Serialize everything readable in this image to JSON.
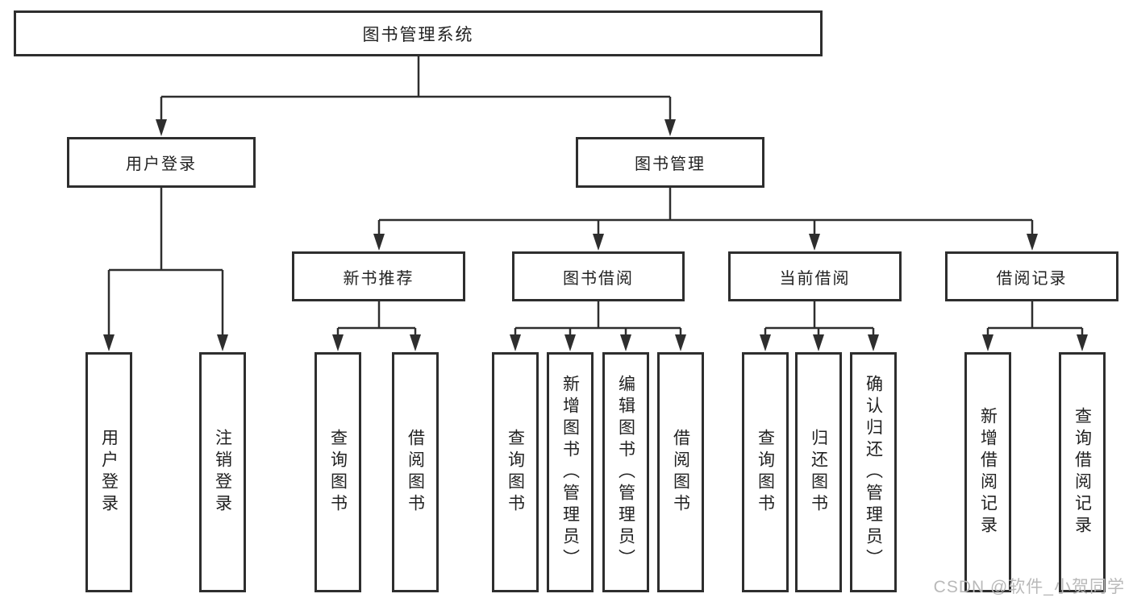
{
  "diagram": {
    "tree": {
      "root": {
        "label": "图书管理系统",
        "children": [
          {
            "label": "用户登录",
            "children": [
              {
                "label": "用户登录"
              },
              {
                "label": "注销登录"
              }
            ]
          },
          {
            "label": "图书管理",
            "children": [
              {
                "label": "新书推荐",
                "children": [
                  {
                    "label": "查询图书"
                  },
                  {
                    "label": "借阅图书"
                  }
                ]
              },
              {
                "label": "图书借阅",
                "children": [
                  {
                    "label": "查询图书"
                  },
                  {
                    "label": "新增图书（管理员）"
                  },
                  {
                    "label": "编辑图书（管理员）"
                  },
                  {
                    "label": "借阅图书"
                  }
                ]
              },
              {
                "label": "当前借阅",
                "children": [
                  {
                    "label": "查询图书"
                  },
                  {
                    "label": "归还图书"
                  },
                  {
                    "label": "确认归还（管理员）"
                  }
                ]
              },
              {
                "label": "借阅记录",
                "children": [
                  {
                    "label": "新增借阅记录"
                  },
                  {
                    "label": "查询借阅记录"
                  }
                ]
              }
            ]
          }
        ]
      }
    },
    "colors": {
      "line": "#2e2e2e",
      "box_border": "#2e2e2e",
      "text": "#222222",
      "watermark": "#b9b9b9",
      "background": "#ffffff"
    }
  },
  "watermark": {
    "text": "CSDN @软件_小贺同学"
  }
}
